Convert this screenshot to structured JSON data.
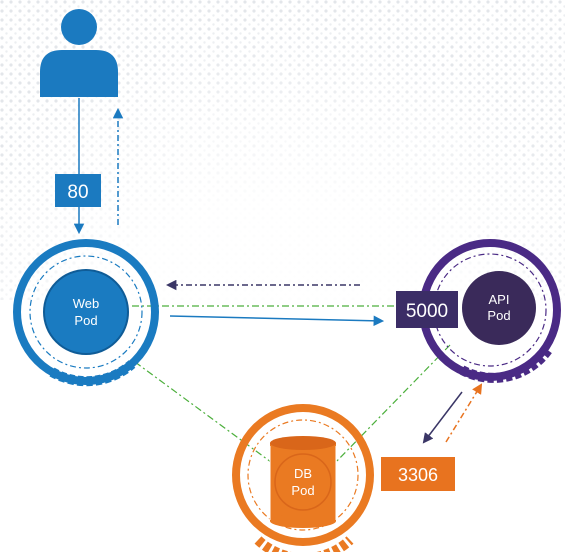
{
  "colors": {
    "web": "#1a7bc1",
    "web_dark": "#1565a8",
    "api": "#4a2a85",
    "api_fill": "#3a2a5a",
    "db": "#ea7a22",
    "db_dark": "#d9661a",
    "user": "#1b7ac0",
    "port_blue": "#1b7ac0",
    "port_purple": "#3b2d66",
    "port_orange": "#e8731f",
    "link_green": "#4caf3c",
    "link_navy": "#3a3666",
    "texture": "#e9ecef"
  },
  "user": {
    "icon": "user-icon"
  },
  "pods": {
    "web": {
      "line1": "Web",
      "line2": "Pod"
    },
    "api": {
      "line1": "API",
      "line2": "Pod"
    },
    "db": {
      "line1": "DB",
      "line2": "Pod",
      "icon": "database-icon"
    }
  },
  "ports": {
    "web": "80",
    "api": "5000",
    "db": "3306"
  }
}
